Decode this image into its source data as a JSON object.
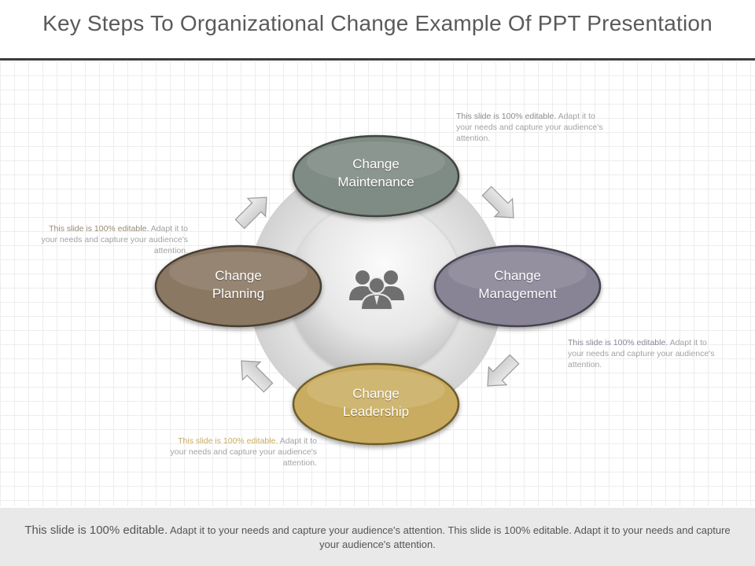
{
  "title": "Key Steps To Organizational Change Example Of PPT Presentation",
  "nodes": {
    "maintenance": {
      "label": "Change\nMaintenance",
      "color": "#7f8b85"
    },
    "management": {
      "label": "Change\nManagement",
      "color": "#888496"
    },
    "leadership": {
      "label": "Change\nLeadership",
      "color": "#c9ac5e"
    },
    "planning": {
      "label": "Change\nPlanning",
      "color": "#8a7864"
    }
  },
  "center_icon": "people-group-icon",
  "notes": {
    "top_right": {
      "lead": "This slide is 100% editable.",
      "rest": " Adapt it to your needs and capture your audience's attention.",
      "lead_color": "#8b8b90"
    },
    "left": {
      "lead": "This slide is 100% editable.",
      "rest": " Adapt it to your needs and capture your audience's attention.",
      "lead_color": "#9a8a78"
    },
    "right": {
      "lead": "This slide is 100% editable.",
      "rest": " Adapt it to your needs and capture your audience's attention.",
      "lead_color": "#8a8698"
    },
    "bottom": {
      "lead": "This slide is 100% editable.",
      "rest": " Adapt it to your needs and capture your audience's attention.",
      "lead_color": "#c8ab60"
    }
  },
  "footer": {
    "lead": "This slide is 100% editable.",
    "rest": " Adapt it to your needs and capture your audience's attention. This slide is 100% editable. Adapt it to your needs and capture your audience's attention."
  }
}
